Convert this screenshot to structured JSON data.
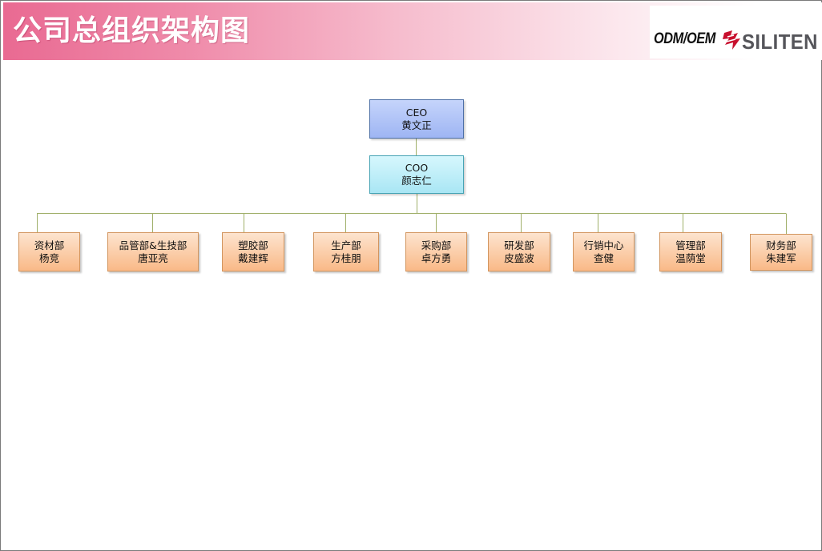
{
  "header": {
    "title": "公司总组织架构图",
    "logo_tagline": "ODM/OEM",
    "logo_name": "SILITEN"
  },
  "chart": {
    "ceo": {
      "role": "CEO",
      "name": "黄文正"
    },
    "coo": {
      "role": "COO",
      "name": "颜志仁"
    },
    "departments": [
      {
        "dept": "资材部",
        "name": "杨竞"
      },
      {
        "dept": "品管部&生技部",
        "name": "唐亚亮"
      },
      {
        "dept": "塑胶部",
        "name": "戴建辉"
      },
      {
        "dept": "生产部",
        "name": "方桂朋"
      },
      {
        "dept": "采购部",
        "name": "卓方勇"
      },
      {
        "dept": "研发部",
        "name": "皮盛波"
      },
      {
        "dept": "行销中心",
        "name": "查健"
      },
      {
        "dept": "管理部",
        "name": "温荫堂"
      },
      {
        "dept": "财务部",
        "name": "朱建军"
      }
    ]
  },
  "colors": {
    "header_pink": "#e96a92",
    "ceo_box": "#9eb5f3",
    "coo_box": "#a9e6f4",
    "dept_box": "#f9b987",
    "connector": "#a0b06a"
  }
}
